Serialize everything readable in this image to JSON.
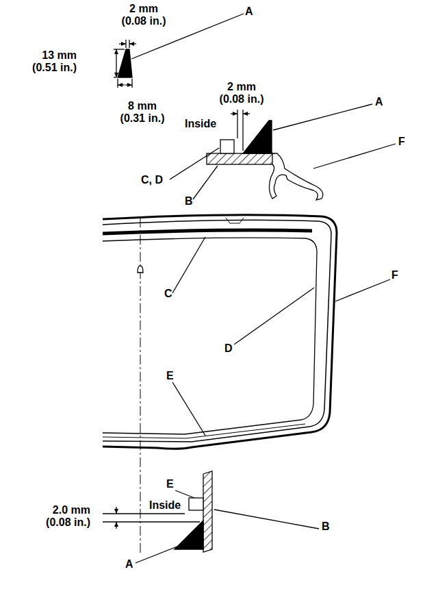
{
  "diagram": {
    "labels": [
      "2 mm (0.08 in.)",
      "A",
      "13 mm (0.51 in.)",
      "8 mm (0.31 in.)",
      "2 mm (0.08 in.)",
      "A",
      "Inside",
      "F",
      "C, D",
      "B",
      "C",
      "F",
      "D",
      "E",
      "E",
      "Inside",
      "2.0 mm (0.08 in.)",
      "B",
      "A"
    ]
  }
}
